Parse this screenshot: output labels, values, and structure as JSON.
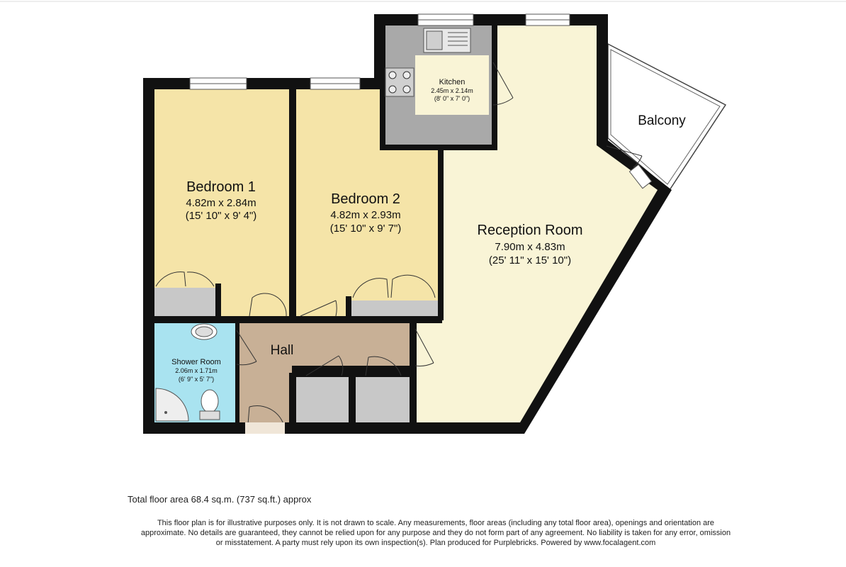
{
  "rooms": {
    "bedroom1": {
      "name": "Bedroom 1",
      "dims_m": "4.82m x 2.84m",
      "dims_ft": "(15' 10\" x 9' 4\")"
    },
    "bedroom2": {
      "name": "Bedroom 2",
      "dims_m": "4.82m x 2.93m",
      "dims_ft": "(15' 10\" x 9' 7\")"
    },
    "kitchen": {
      "name": "Kitchen",
      "dims_m": "2.45m x 2.14m",
      "dims_ft": "(8' 0\" x 7' 0\")"
    },
    "reception": {
      "name": "Reception Room",
      "dims_m": "7.90m x 4.83m",
      "dims_ft": "(25' 11\" x 15' 10\")"
    },
    "shower": {
      "name": "Shower Room",
      "dims_m": "2.06m x 1.71m",
      "dims_ft": "(6' 9\" x 5' 7\")"
    },
    "hall": {
      "name": "Hall"
    },
    "balcony": {
      "name": "Balcony"
    }
  },
  "footer": {
    "total_area": "Total floor area 68.4 sq.m. (737 sq.ft.) approx",
    "disclaimer_lines": [
      "This floor plan is for illustrative purposes only. It is not drawn to scale. Any measurements, floor areas (including any total floor area), openings and orientation are",
      "approximate. No details are guaranteed, they cannot be relied upon for any purpose and they do not form part of any agreement. No liability is taken for any error, omission",
      "or misstatement. A party must rely upon its own inspection(s). Plan produced for Purplebricks. Powered by www.focalagent.com"
    ]
  },
  "colors": {
    "bedroom": "#f5e4a8",
    "reception": "#f9f4d6",
    "kitchen_floor": "#a9a9a9",
    "kitchen_worktop": "#f9f4d6",
    "hall": "#c8b096",
    "shower": "#a9e3f0",
    "cupboard": "#c8c8c8",
    "wall": "#111111"
  }
}
